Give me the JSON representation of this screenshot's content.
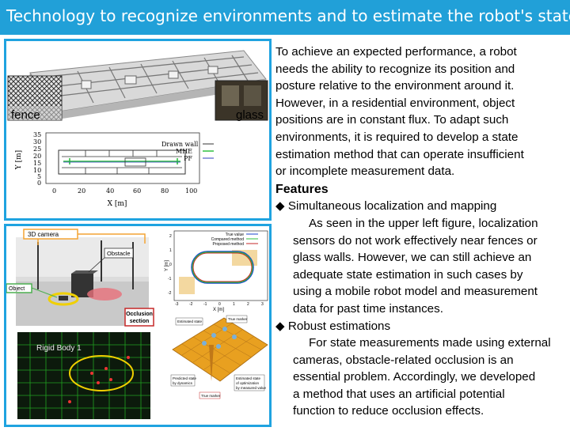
{
  "title": "Technology to recognize environments and to estimate the robot's state",
  "panel1": {
    "fence_label": "fence",
    "glass_label": "glass",
    "plot": {
      "ylabel": "Y [m]",
      "xlabel": "X [m]",
      "yticks": [
        "35",
        "30",
        "25",
        "20",
        "15",
        "10",
        "5",
        "0"
      ],
      "xticks": [
        "0",
        "20",
        "40",
        "60",
        "80",
        "100"
      ],
      "legend": [
        "Drawn wall",
        "MHE",
        "PF"
      ]
    }
  },
  "panel2": {
    "camera_label": "3D camera",
    "obstacle_label": "Obstacle",
    "object_label": "Object",
    "occlusion_label_1": "Occlusion",
    "occlusion_label_2": "section",
    "rigid_body_label": "Rigid Body 1",
    "traj_legend": [
      "True value",
      "Compared method",
      "Proposed method"
    ],
    "traj_ylabel": "Y [m]",
    "traj_xlabel": "X [m]",
    "traj_xticks": [
      "-3",
      "-2",
      "-1",
      "0",
      "1",
      "2",
      "3"
    ],
    "traj_yticks": [
      "2",
      "1",
      "0",
      "-1",
      "-2"
    ],
    "surf_labels": {
      "estimated": "Estimated state",
      "true_top": "True marker",
      "predicted_1": "Predicted state",
      "predicted_2": "by dynamics",
      "true_bottom": "True marker",
      "opt_1": "Estimated state",
      "opt_2": "of optimization",
      "opt_3": "by measured value"
    }
  },
  "text": {
    "intro": [
      "To achieve an expected performance, a robot",
      "needs the ability to recognize its position and",
      "posture relative to the environment around it.",
      "However, in a residential environment, object",
      "positions are in constant flux. To adapt such",
      "environments, it is required to develop a state",
      "estimation method that can operate insufficient",
      "or incomplete measurement data."
    ],
    "features": "Features",
    "bullet1": "◆ Simultaneous localization and mapping",
    "bullet1_body": [
      "As seen in the upper left figure, localization",
      "sensors do not work effectively near fences or",
      "glass walls.  However, we can still achieve an",
      "adequate state estimation in such cases by",
      "using a mobile robot model and measurement",
      "data for past time instances."
    ],
    "bullet2": "◆ Robust estimations",
    "bullet2_body": [
      "For state measurements made using external",
      "cameras, obstacle-related occlusion is an",
      "essential problem.  Accordingly, we developed",
      "a method that uses an artificial potential",
      "function to reduce occlusion effects."
    ]
  },
  "colors": {
    "title_bg": "#21a0d8",
    "panel_border": "#1fa3e0",
    "camera_box": "#f4a433",
    "object_box": "#4caf50",
    "occlusion_box": "#c62828",
    "mhe": "#2fbf3f",
    "pf": "#2f3fbf",
    "surface": "#e8a020"
  }
}
